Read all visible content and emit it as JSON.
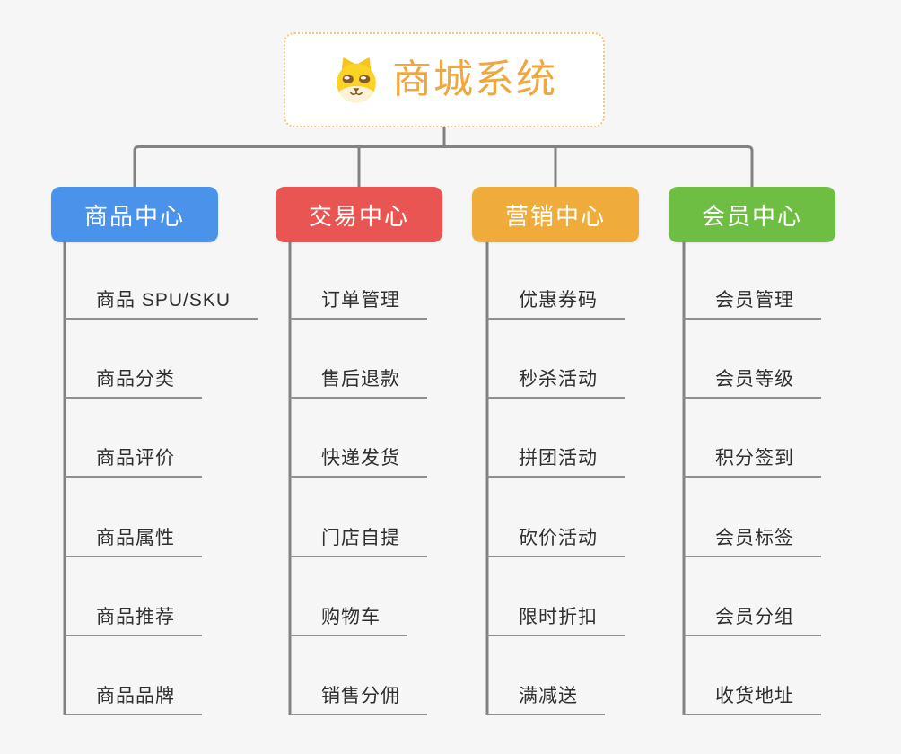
{
  "root": {
    "title": "商城系统",
    "icon": "dog-face-icon"
  },
  "branches": [
    {
      "label": "商品中心",
      "color": "#4B93EA",
      "children": [
        "商品 SPU/SKU",
        "商品分类",
        "商品评价",
        "商品属性",
        "商品推荐",
        "商品品牌"
      ]
    },
    {
      "label": "交易中心",
      "color": "#E85552",
      "children": [
        "订单管理",
        "售后退款",
        "快递发货",
        "门店自提",
        "购物车",
        "销售分佣"
      ]
    },
    {
      "label": "营销中心",
      "color": "#EFAC3B",
      "children": [
        "优惠券码",
        "秒杀活动",
        "拼团活动",
        "砍价活动",
        "限时折扣",
        "满减送"
      ]
    },
    {
      "label": "会员中心",
      "color": "#6EBE43",
      "children": [
        "会员管理",
        "会员等级",
        "积分签到",
        "会员标签",
        "会员分组",
        "收货地址"
      ]
    }
  ],
  "colors": {
    "background": "#F6F6F6",
    "root_text": "#F0A73E",
    "root_border": "#F5C87E",
    "connector": "#828282",
    "leaf_underline": "#8F8F8F",
    "leaf_text": "#2F2F2F"
  }
}
